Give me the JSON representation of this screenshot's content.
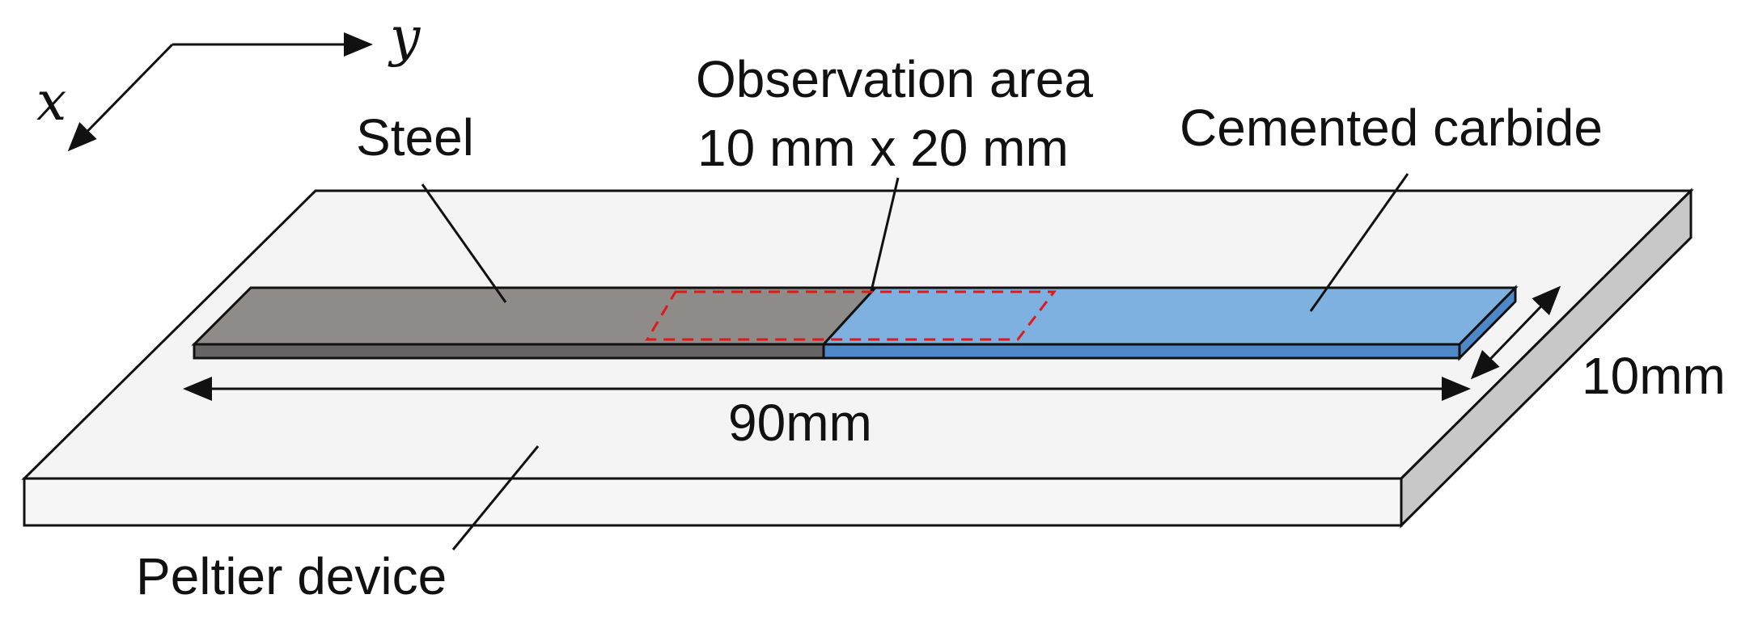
{
  "axes": {
    "x_label": "x",
    "y_label": "y"
  },
  "labels": {
    "steel": "Steel",
    "observation_line1": "Observation area",
    "observation_line2": "10 mm x 20 mm",
    "cemented_carbide": "Cemented carbide",
    "length": "90mm",
    "width": "10mm",
    "peltier": "Peltier device"
  },
  "colors": {
    "plate_top": "#f4f4f4",
    "plate_front": "#f7f7f7",
    "plate_side": "#c8c8c8",
    "steel_top": "#8f8b89",
    "steel_front": "#666464",
    "carbide_top": "#7eb0e0",
    "carbide_front": "#4f88c8",
    "observation_outline": "#e01a1a"
  }
}
